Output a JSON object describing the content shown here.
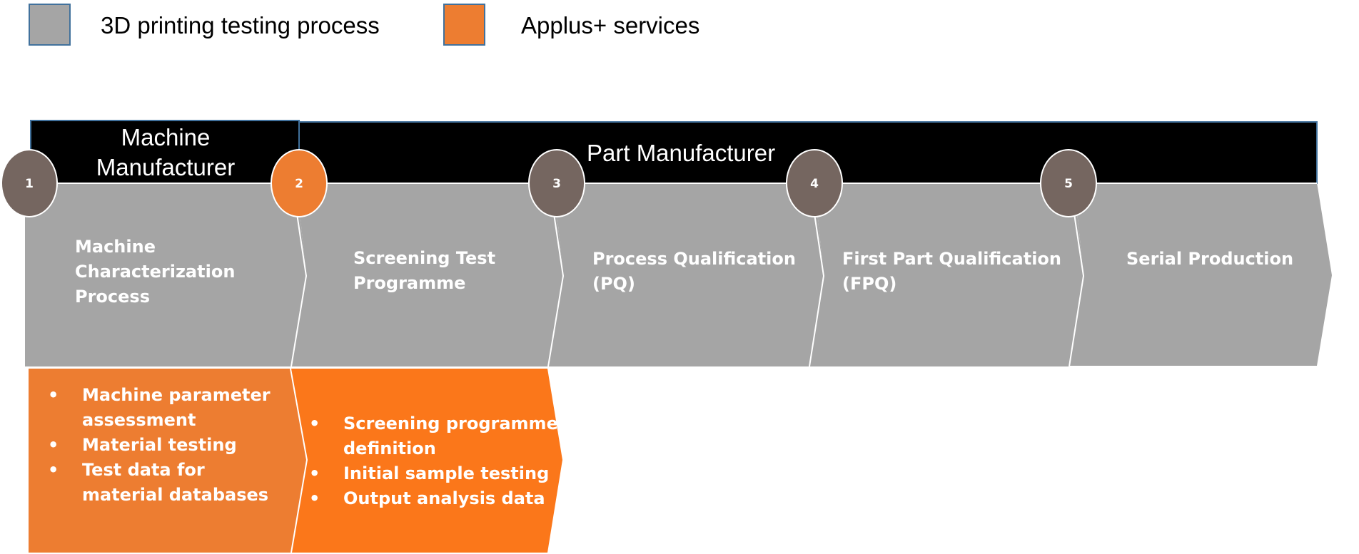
{
  "colors": {
    "grey_process": "#A5A5A5",
    "orange_service": "#ED7D31",
    "orange_service_bright": "#FB771A",
    "circle": "#756660",
    "header": "#000000",
    "border_blue": "#41719C"
  },
  "legend": [
    {
      "label": "3D printing testing process",
      "kind": "grey"
    },
    {
      "label": "Applus+ services",
      "kind": "orange"
    }
  ],
  "headers": {
    "machine_manufacturer": [
      "Machine",
      "Manufacturer"
    ],
    "part_manufacturer": "Part Manufacturer"
  },
  "steps": [
    {
      "number": "1",
      "title_lines": [
        "Machine",
        "Characterization",
        "Process"
      ],
      "circle": "grey"
    },
    {
      "number": "2",
      "title_lines": [
        "Screening Test",
        "Programme"
      ],
      "circle": "orange"
    },
    {
      "number": "3",
      "title_lines": [
        "Process Qualification",
        "(PQ)"
      ],
      "circle": "grey"
    },
    {
      "number": "4",
      "title_lines": [
        "First Part Qualification",
        "(FPQ)"
      ],
      "circle": "grey"
    },
    {
      "number": "5",
      "title_lines": [
        "Serial Production"
      ],
      "circle": "grey"
    }
  ],
  "services": [
    {
      "step": "1",
      "bullets": [
        [
          "Machine parameter",
          "assessment"
        ],
        [
          "Material testing"
        ],
        [
          "Test data for",
          "material databases"
        ]
      ]
    },
    {
      "step": "2",
      "bullets": [
        [
          "Screening programme",
          "definition"
        ],
        [
          "Initial sample testing"
        ],
        [
          "Output analysis data"
        ]
      ]
    }
  ],
  "bullet_glyph": "•"
}
